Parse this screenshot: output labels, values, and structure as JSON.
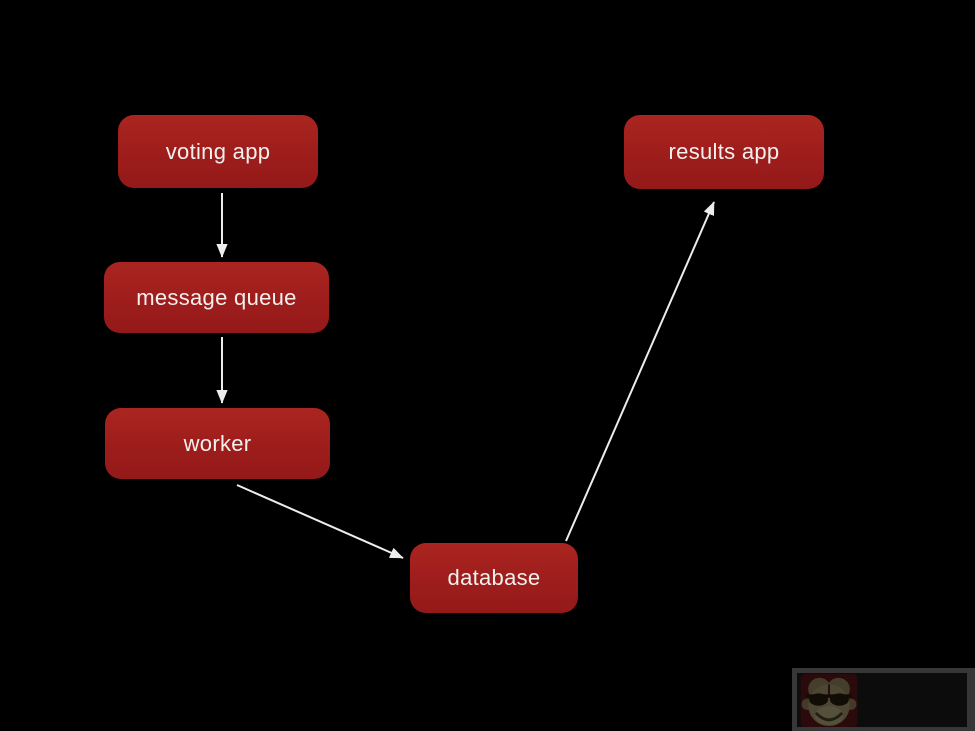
{
  "slide": {
    "background_color": "#000000",
    "node_fill_color": "#9e1d1c",
    "node_text_color": "#f3f0ee",
    "arrow_color": "#eeecec",
    "nodes": [
      {
        "id": "voting-app",
        "label": "voting app"
      },
      {
        "id": "message-queue",
        "label": "message queue"
      },
      {
        "id": "worker",
        "label": "worker"
      },
      {
        "id": "database",
        "label": "database"
      },
      {
        "id": "results-app",
        "label": "results app"
      }
    ],
    "edges": [
      {
        "from": "voting app",
        "to": "message queue"
      },
      {
        "from": "message queue",
        "to": "worker"
      },
      {
        "from": "worker",
        "to": "database"
      },
      {
        "from": "database",
        "to": "results app"
      }
    ]
  },
  "badge": {
    "icon": "monkey-with-sunglasses-icon",
    "border_color": "#373737",
    "background_color": "#0d0d0d",
    "icon_background_color": "#2a0a0a",
    "icon_face_color": "#4d4632"
  }
}
